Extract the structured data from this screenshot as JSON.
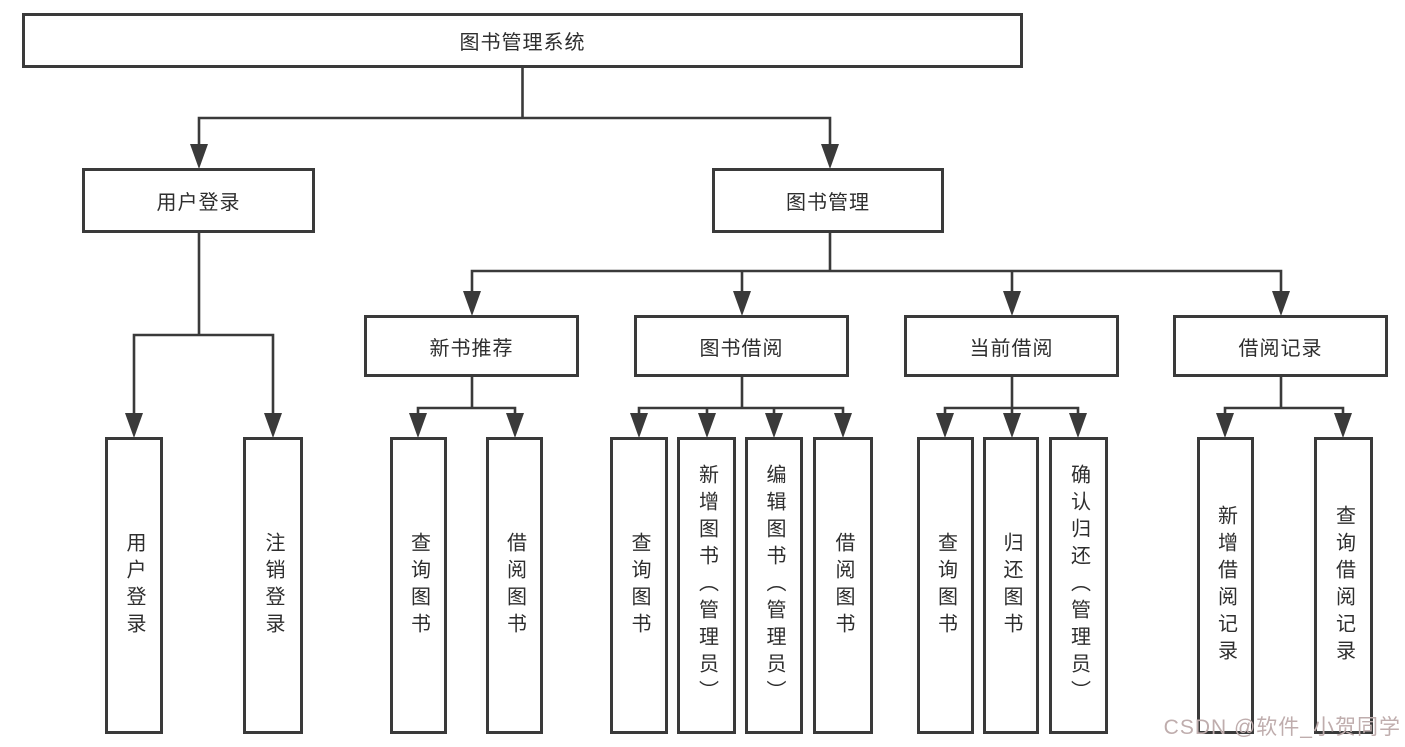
{
  "root": {
    "label": "图书管理系统"
  },
  "level2": [
    {
      "label": "用户登录"
    },
    {
      "label": "图书管理"
    }
  ],
  "level3": [
    {
      "label": "新书推荐"
    },
    {
      "label": "图书借阅"
    },
    {
      "label": "当前借阅"
    },
    {
      "label": "借阅记录"
    }
  ],
  "leaves": {
    "user_login": [
      "用户登录",
      "注销登录"
    ],
    "new_book_recommend": [
      "查询图书",
      "借阅图书"
    ],
    "book_borrow": [
      "查询图书",
      "新增图书（管理员）",
      "编辑图书（管理员）",
      "借阅图书"
    ],
    "current_borrow": [
      "查询图书",
      "归还图书",
      "确认归还（管理员）"
    ],
    "borrow_records": [
      "新增借阅记录",
      "查询借阅记录"
    ]
  },
  "watermark": "CSDN @软件_小贺同学",
  "colors": {
    "line": "#3a3a3a",
    "text": "#2e2e2e",
    "watermark": "#bfadad",
    "background": "#ffffff"
  }
}
